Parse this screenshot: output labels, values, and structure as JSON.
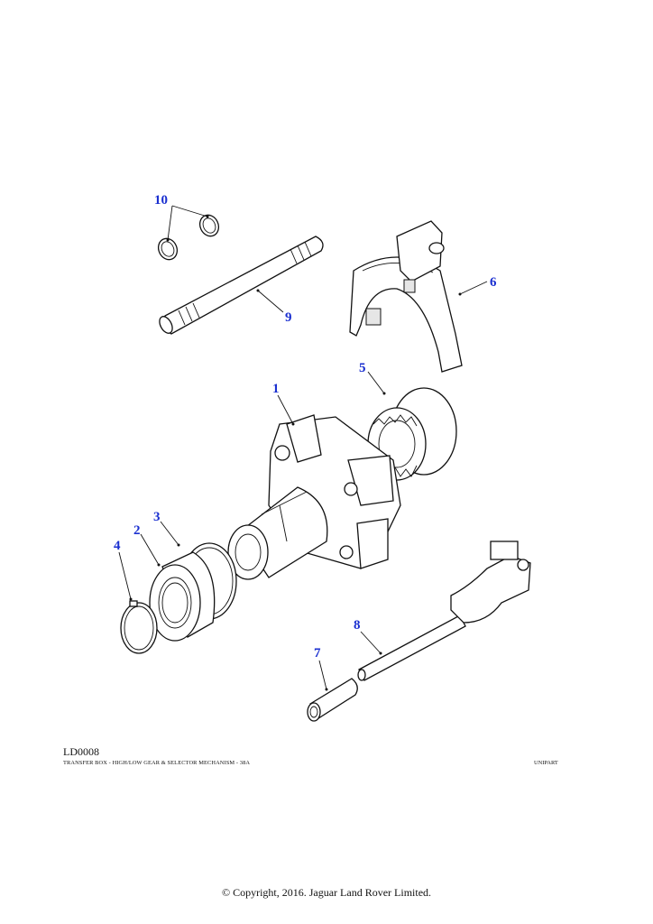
{
  "diagram": {
    "callouts": [
      "1",
      "2",
      "3",
      "4",
      "5",
      "6",
      "7",
      "8",
      "9",
      "10"
    ],
    "reference_code": "LD0008",
    "caption": "TRANSFER BOX - HIGH/LOW GEAR & SELECTOR MECHANISM - 38A",
    "supplier": "UNIPART",
    "colors": {
      "callout": "#1a2fd0",
      "line": "#111111"
    }
  },
  "footer": {
    "copyright": "© Copyright, 2016. Jaguar Land Rover Limited."
  }
}
